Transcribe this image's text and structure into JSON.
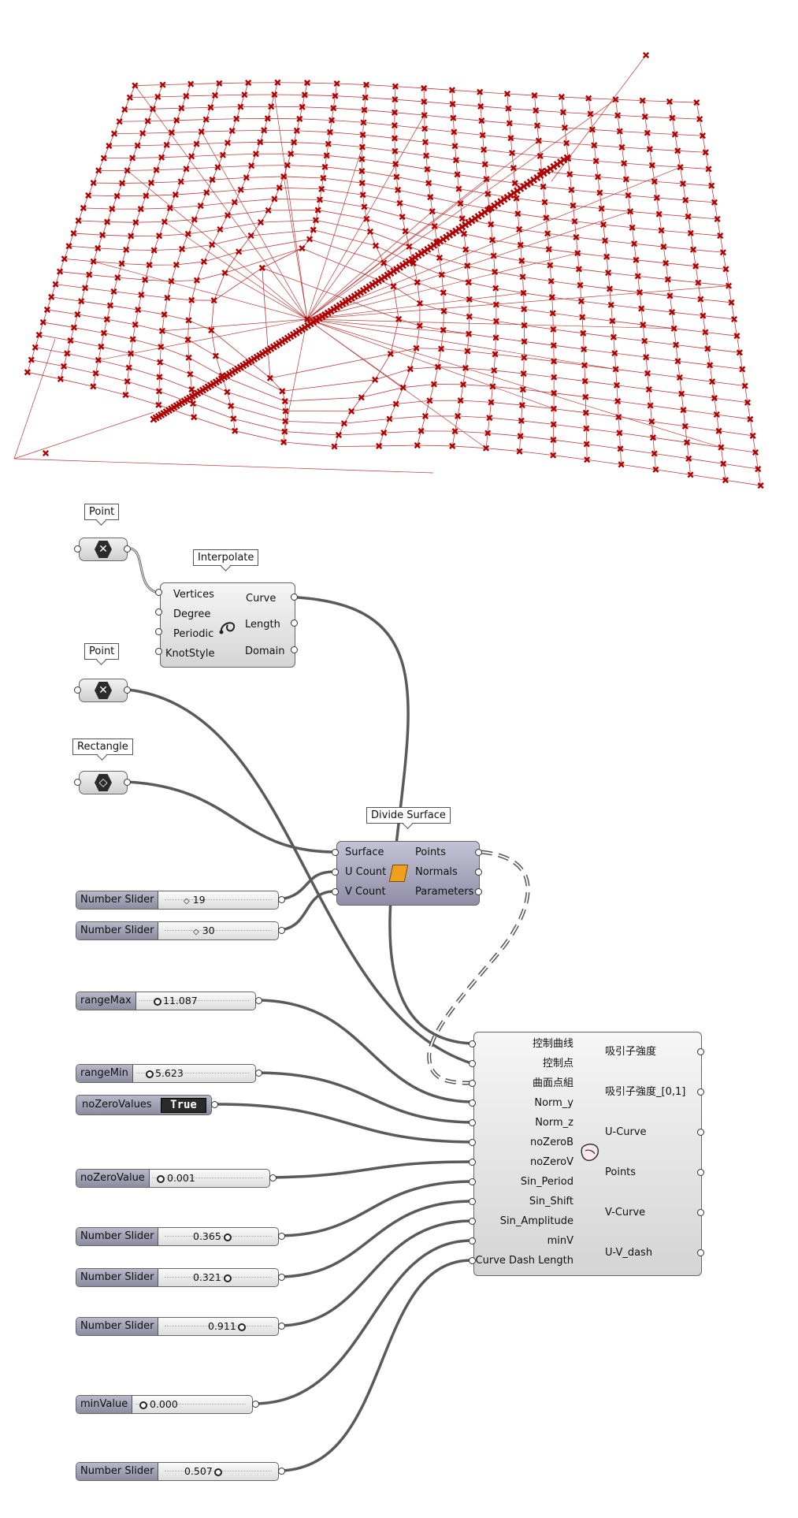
{
  "canvas": {
    "point_param_1": {
      "label": "Point"
    },
    "point_param_2": {
      "label": "Point"
    },
    "rectangle_param": {
      "label": "Rectangle"
    },
    "interpolate": {
      "label": "Interpolate",
      "inputs": [
        "Vertices",
        "Degree",
        "Periodic",
        "KnotStyle"
      ],
      "outputs": [
        "Curve",
        "Length",
        "Domain"
      ]
    },
    "divide_surface": {
      "label": "Divide Surface",
      "inputs": [
        "Surface",
        "U Count",
        "V Count"
      ],
      "outputs": [
        "Points",
        "Normals",
        "Parameters"
      ]
    },
    "main": {
      "inputs": [
        "控制曲线",
        "控制点",
        "曲面点組",
        "Norm_y",
        "Norm_z",
        "noZeroB",
        "noZeroV",
        "Sin_Period",
        "Sin_Shift",
        "Sin_Amplitude",
        "minV",
        "Curve Dash Length"
      ],
      "outputs": [
        "吸引子強度",
        "吸引子強度_[0,1]",
        "U-Curve",
        "Points",
        "V-Curve",
        "U-V_dash"
      ]
    },
    "sliders": [
      {
        "name": "Number Slider",
        "value": "19",
        "level": 0.19
      },
      {
        "name": "Number Slider",
        "value": "30",
        "level": 0.3
      },
      {
        "name": "rangeMax",
        "value": "11.087",
        "level": 0.0
      },
      {
        "name": "rangeMin",
        "value": "5.623",
        "level": 0.0
      },
      {
        "name": "noZeroValue",
        "value": "0.001",
        "level": 0.0
      },
      {
        "name": "Number Slider",
        "value": "0.365",
        "level": 0.72
      },
      {
        "name": "Number Slider",
        "value": "0.321",
        "level": 0.64
      },
      {
        "name": "Number Slider",
        "value": "0.911",
        "level": 0.91
      },
      {
        "name": "minValue",
        "value": "0.000",
        "level": 0.0
      },
      {
        "name": "Number Slider",
        "value": "0.507",
        "level": 0.5
      }
    ],
    "toggle": {
      "name": "noZeroValues",
      "value": "True"
    }
  },
  "colors": {
    "points": "#b00000",
    "lines": "#c23a3a",
    "wire": "#555555"
  }
}
